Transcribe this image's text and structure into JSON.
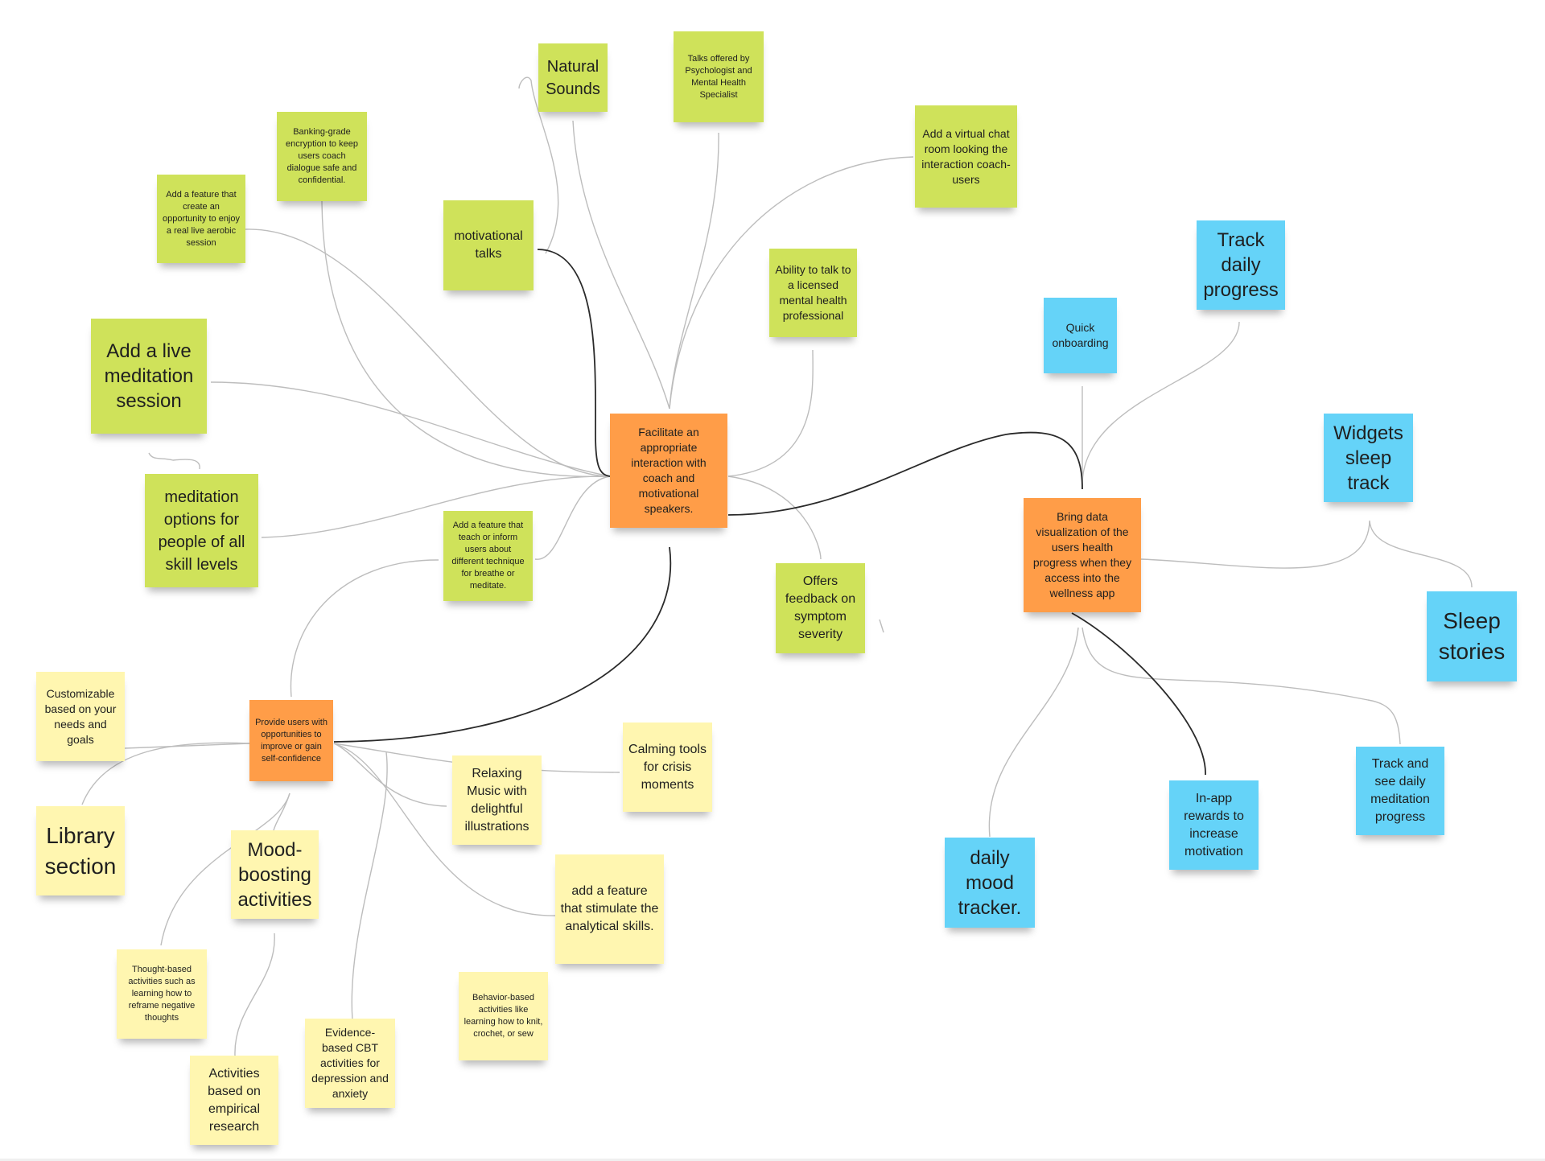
{
  "board": {
    "colors": {
      "green": "#cfe25a",
      "orange": "#ff9d48",
      "yellow": "#fff6b0",
      "blue": "#65d3f8",
      "connector": "#bdbdbd",
      "connector_dark": "#2a2a2a"
    },
    "hubs": {
      "coach": "Facilitate an appropriate interaction with coach and motivational speakers.",
      "data": "Bring data visualization of the users health progress when they access into the wellness app",
      "confidence": "Provide users with opportunities to improve or gain self-confidence"
    },
    "green_notes": {
      "natural_sounds": "Natural Sounds",
      "talks_offered": "Talks offered by Psychologist and Mental Health Specialist",
      "virtual_chat": "Add a virtual chat room looking the interaction coach-users",
      "banking_encryption": "Banking-grade encryption to keep users coach dialogue safe and confidential.",
      "live_aerobic": "Add a feature that create an opportunity to enjoy a real live aerobic session",
      "motivational_talks": "motivational talks",
      "licensed_professional": "Ability to talk to a licensed mental health professional",
      "live_meditation": "Add a live meditation session",
      "meditation_options": "meditation options for people of all skill levels",
      "breathe_technique": "Add a feature that teach or inform users about different technique for breathe or meditate.",
      "symptom_feedback": "Offers feedback on symptom severity"
    },
    "blue_notes": {
      "track_daily": "Track daily progress",
      "quick_onboarding": "Quick onboarding",
      "widgets": "Widgets sleep track",
      "sleep_stories": "Sleep stories",
      "track_meditation": "Track and see daily meditation progress",
      "inapp_rewards": "In-app rewards to increase motivation",
      "mood_tracker": "daily mood tracker."
    },
    "yellow_notes": {
      "customizable": "Customizable based on your needs and goals",
      "library": "Library section",
      "mood_boosting": "Mood-boosting activities",
      "relaxing_music": "Relaxing Music with delightful illustrations",
      "calming_tools": "Calming tools for crisis moments",
      "analytical": "add a feature that stimulate the analytical skills.",
      "thought_based": "Thought-based activities such as learning how to reframe negative thoughts",
      "behavior_based": "Behavior-based activities like learning how to knit, crochet, or sew",
      "evidence_cbt": "Evidence-based CBT activities for depression and anxiety",
      "empirical": "Activities based on empirical research"
    }
  }
}
